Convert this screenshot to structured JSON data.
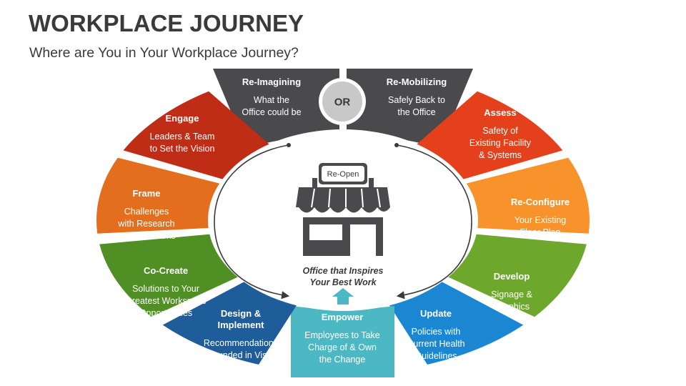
{
  "header": {
    "title": "WORKPLACE JOURNEY",
    "subtitle": "Where are You in Your Workplace Journey?"
  },
  "center": {
    "sign_label": "Re-Open",
    "caption_line1": "Office that Inspires",
    "caption_line2": "Your Best Work",
    "or_label": "OR"
  },
  "segments": [
    {
      "key": "reimagining",
      "title": [
        "Re-Imagining"
      ],
      "text": [
        "What the",
        "Office could be"
      ],
      "color": "#4a4a4c"
    },
    {
      "key": "remobilizing",
      "title": [
        "Re-Mobilizing"
      ],
      "text": [
        "Safely Back to",
        "the Office"
      ],
      "color": "#4a4a4c"
    },
    {
      "key": "assess",
      "title": [
        "Assess"
      ],
      "text": [
        "Safety of",
        "Existing Facility",
        "& Systems"
      ],
      "color": "#e4401c"
    },
    {
      "key": "reconfigure",
      "title": [
        "Re-Configure"
      ],
      "text": [
        "Your Existing",
        "Floor Plan"
      ],
      "color": "#f7932a"
    },
    {
      "key": "develop",
      "title": [
        "Develop"
      ],
      "text": [
        "Signage &",
        "Graphics"
      ],
      "color": "#6da82c"
    },
    {
      "key": "update",
      "title": [
        "Update"
      ],
      "text": [
        "Policies with",
        "Current Health",
        "Guidelines"
      ],
      "color": "#1b87d3"
    },
    {
      "key": "empower",
      "title": [
        "Empower"
      ],
      "text": [
        "Employees to Take",
        "Charge of & Own",
        "the Change"
      ],
      "color": "#4bb8c4"
    },
    {
      "key": "design",
      "title": [
        "Design &",
        "Implement"
      ],
      "text": [
        "Recommendations",
        "Grounded in Vision"
      ],
      "color": "#1f5c9a"
    },
    {
      "key": "cocreate",
      "title": [
        "Co-Create"
      ],
      "text": [
        "Solutions to Your",
        "Greatest Workspace",
        "Opportunities"
      ],
      "color": "#4f8f23"
    },
    {
      "key": "frame",
      "title": [
        "Frame"
      ],
      "text": [
        "Challenges",
        "with Research",
        "& Benchmarks"
      ],
      "color": "#e36f1e"
    },
    {
      "key": "engage",
      "title": [
        "Engage"
      ],
      "text": [
        "Leaders & Team",
        "to Set the Vision"
      ],
      "color": "#bf2d16"
    }
  ]
}
